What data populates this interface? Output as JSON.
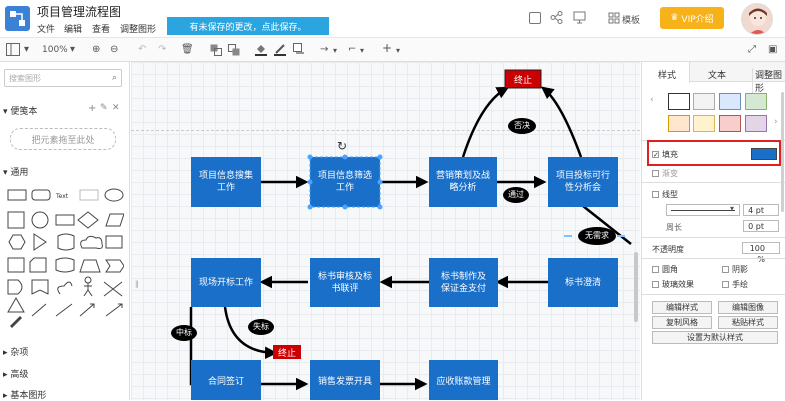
{
  "app": {
    "title": "项目管理流程图",
    "menus": [
      "文件",
      "编辑",
      "查看",
      "调整图形"
    ],
    "save_notice": "有未保存的更改，点此保存。",
    "template_label": "模板",
    "vip_label": "VIP介绍"
  },
  "toolbar": {
    "zoom": "100%"
  },
  "sidebar": {
    "search_placeholder": "搜索图形",
    "scratchpad_label": "便笺本",
    "drop_zone_text": "把元素拖至此处",
    "general_label": "通用",
    "text_shape_label": "Text",
    "sections": [
      "杂项",
      "高级",
      "基本图形"
    ]
  },
  "flowchart": {
    "nodes": [
      "项目信息搜集工作",
      "项目信息筛选工作",
      "营销策划及战略分析",
      "项目投标可行性分析会",
      "现场开标工作",
      "标书审核及标书联评",
      "标书制作及保证金支付",
      "标书澄清",
      "合同签订",
      "销售发票开具",
      "应收账款管理"
    ],
    "terminals": [
      "终止",
      "终止"
    ],
    "labels": [
      "否决",
      "通过",
      "无需求",
      "中标",
      "失标"
    ]
  },
  "panel": {
    "tabs": [
      "样式",
      "文本",
      "调整图形"
    ],
    "fill_label": "填充",
    "gradient_label": "渐变",
    "line_label": "线型",
    "line_width": "4 pt",
    "perimeter_label": "周长",
    "perimeter_value": "0 pt",
    "opacity_label": "不透明度",
    "opacity_value": "100 %",
    "rounded_label": "圆角",
    "shadow_label": "阴影",
    "glass_label": "玻璃效果",
    "sketch_label": "手绘",
    "btn_edit_style": "编辑样式",
    "btn_edit_image": "编辑图像",
    "btn_copy_style": "复制风格",
    "btn_paste_style": "粘贴样式",
    "btn_set_default": "设置为默认样式"
  },
  "colors": {
    "accent": "#1a6fc9",
    "node": "#1a6fc9",
    "terminal": "#cc0000",
    "notice": "#2aa5e0",
    "vip": "#f7b21a"
  }
}
